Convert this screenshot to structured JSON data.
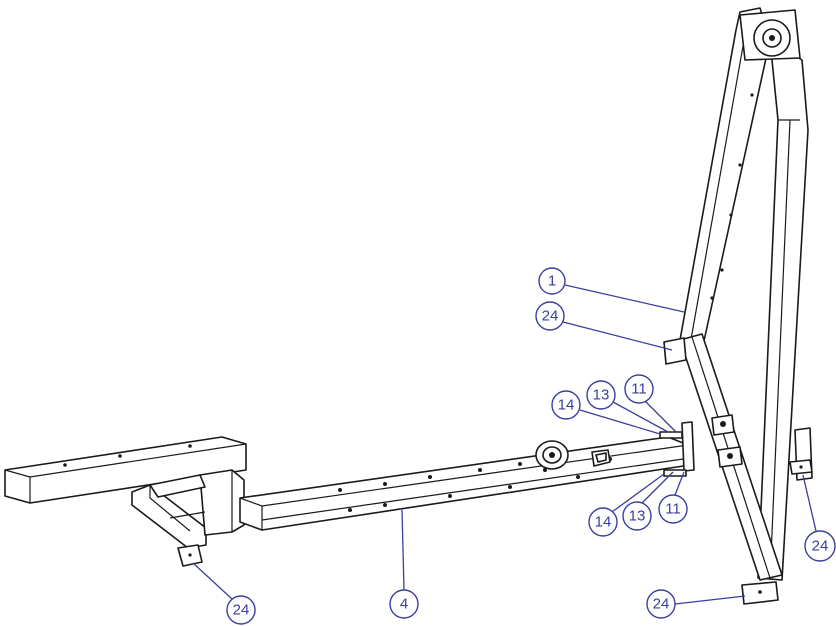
{
  "colors": {
    "callout": "#3a3f9e",
    "line": "#1a1a1a"
  },
  "callouts": [
    {
      "id": "c1",
      "label": "1"
    },
    {
      "id": "c24a",
      "label": "24"
    },
    {
      "id": "c11a",
      "label": "11"
    },
    {
      "id": "c13a",
      "label": "13"
    },
    {
      "id": "c14a",
      "label": "14"
    },
    {
      "id": "c14b",
      "label": "14"
    },
    {
      "id": "c13b",
      "label": "13"
    },
    {
      "id": "c11b",
      "label": "11"
    },
    {
      "id": "c24right",
      "label": "24"
    },
    {
      "id": "c24bottom",
      "label": "24"
    },
    {
      "id": "c24left",
      "label": "24"
    },
    {
      "id": "c4",
      "label": "4"
    }
  ]
}
